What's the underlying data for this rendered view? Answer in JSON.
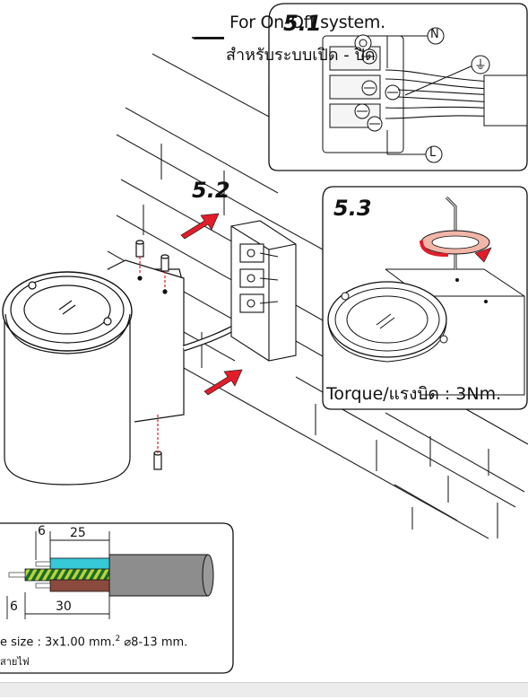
{
  "header": {
    "title_en": "For On-Off system.",
    "title_th": "สำหรับระบบเปิด - ปิด"
  },
  "steps": {
    "s51": "5.1",
    "s52": "5.2",
    "s53": "5.3"
  },
  "terminal_labels": {
    "neutral": "N",
    "line": "L",
    "earth_symbol": "⏚"
  },
  "torque_text": "Torque/แรงบิด : 3Nm.",
  "cable_spec": {
    "size_text": "e size : 3x1.00 mm.",
    "superscript": "2",
    "diameter_text": "⌀8-13 mm.",
    "thai_text": "สายไฟ",
    "dims": [
      "6",
      "25",
      "6",
      "30"
    ]
  },
  "colors": {
    "arrow_red": "#e11d2a",
    "cyan": "#37c8d8",
    "brown": "#8a4a3e",
    "yellow_green": "#b8d43a",
    "cable_gray": "#8d8d8d",
    "arrow_rotate_fill": "#f2b6a8"
  }
}
